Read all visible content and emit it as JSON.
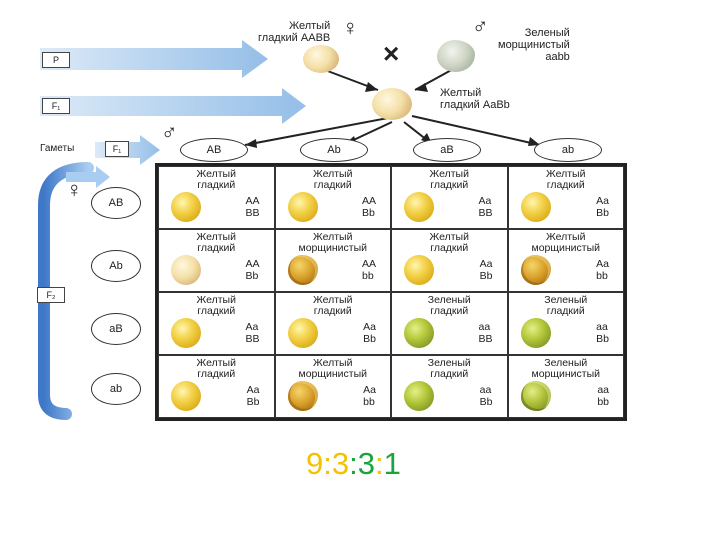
{
  "parents": {
    "female": {
      "phenotype_line1": "Желтый",
      "phenotype_line2": "гладкий",
      "genotype": "AABB",
      "sex_symbol": "♀"
    },
    "male": {
      "phenotype_line1": "Зеленый",
      "phenotype_line2": "морщинистый",
      "genotype": "aabb",
      "sex_symbol": "♂"
    },
    "cross_symbol": "×"
  },
  "f1": {
    "phenotype_line1": "Желтый",
    "phenotype_line2": "гладкий",
    "genotype": "AaBb"
  },
  "row_labels": {
    "p": "P",
    "f1": "F₁",
    "gametes": "Гаметы",
    "gametes_f": "F₁",
    "f2": "F₂"
  },
  "male_gametes": [
    "AB",
    "Ab",
    "aB",
    "ab"
  ],
  "female_gametes": [
    "AB",
    "Ab",
    "aB",
    "ab"
  ],
  "symbols": {
    "male": "♂",
    "female": "♀"
  },
  "grid": [
    [
      {
        "p1": "Желтый",
        "p2": "гладкий",
        "g1": "AA",
        "g2": "BB",
        "pea": "yellow-smooth"
      },
      {
        "p1": "Желтый",
        "p2": "гладкий",
        "g1": "AA",
        "g2": "Bb",
        "pea": "yellow-smooth"
      },
      {
        "p1": "Желтый",
        "p2": "гладкий",
        "g1": "Aa",
        "g2": "BB",
        "pea": "yellow-smooth"
      },
      {
        "p1": "Желтый",
        "p2": "гладкий",
        "g1": "Aa",
        "g2": "Bb",
        "pea": "yellow-smooth"
      }
    ],
    [
      {
        "p1": "Желтый",
        "p2": "гладкий",
        "g1": "AA",
        "g2": "Bb",
        "pea": "pale"
      },
      {
        "p1": "Желтый",
        "p2": "морщинистый",
        "g1": "AA",
        "g2": "bb",
        "pea": "yellow-wrinkled"
      },
      {
        "p1": "Желтый",
        "p2": "гладкий",
        "g1": "Aa",
        "g2": "Bb",
        "pea": "yellow-smooth"
      },
      {
        "p1": "Желтый",
        "p2": "морщинистый",
        "g1": "Aa",
        "g2": "bb",
        "pea": "yellow-wrinkled"
      }
    ],
    [
      {
        "p1": "Желтый",
        "p2": "гладкий",
        "g1": "Aa",
        "g2": "BB",
        "pea": "yellow-smooth"
      },
      {
        "p1": "Желтый",
        "p2": "гладкий",
        "g1": "Aa",
        "g2": "Bb",
        "pea": "yellow-smooth"
      },
      {
        "p1": "Зеленый",
        "p2": "гладкий",
        "g1": "aa",
        "g2": "BB",
        "pea": "green-smooth"
      },
      {
        "p1": "Зеленый",
        "p2": "гладкий",
        "g1": "aa",
        "g2": "Bb",
        "pea": "green-smooth"
      }
    ],
    [
      {
        "p1": "Желтый",
        "p2": "гладкий",
        "g1": "Aa",
        "g2": "Bb",
        "pea": "yellow-smooth"
      },
      {
        "p1": "Желтый",
        "p2": "морщинистый",
        "g1": "Aa",
        "g2": "bb",
        "pea": "yellow-wrinkled"
      },
      {
        "p1": "Зеленый",
        "p2": "гладкий",
        "g1": "aa",
        "g2": "Bb",
        "pea": "green-smooth"
      },
      {
        "p1": "Зеленый",
        "p2": "морщинистый",
        "g1": "aa",
        "g2": "bb",
        "pea": "green-wrinkled"
      }
    ]
  ],
  "ratio": {
    "parts": [
      {
        "text": "9",
        "color": "#f2c200"
      },
      {
        "text": ":",
        "color": "#f2c200"
      },
      {
        "text": "3",
        "color": "#f2c200"
      },
      {
        "text": ":",
        "color": "#1aa53a"
      },
      {
        "text": "3",
        "color": "#1aa53a"
      },
      {
        "text": ":",
        "color": "#f2c200"
      },
      {
        "text": "1",
        "color": "#1aa53a"
      }
    ]
  },
  "colors": {
    "arrow_blue": "#9cc3e6",
    "arrow_blue_dark": "#6fa3d6",
    "bracket_blue": "#5b8fd0"
  }
}
